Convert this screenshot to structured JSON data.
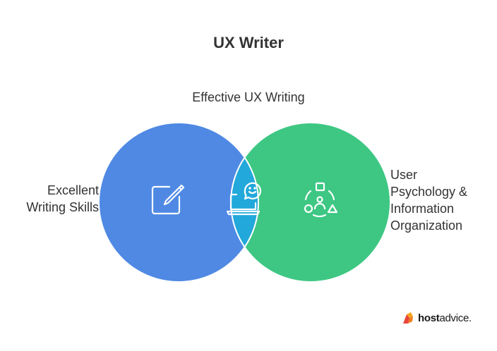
{
  "title": "UX Writer",
  "top_label": "Effective UX Writing",
  "left_label": [
    "Excellent",
    "Writing Skills"
  ],
  "right_label": [
    "User",
    "Psychology &",
    "Information",
    "Organization"
  ],
  "icons": {
    "left": "pencil-square-icon",
    "center": "laptop-chat-icon",
    "right": "shapes-person-icon"
  },
  "colors": {
    "left_circle": "#4f89e3",
    "right_circle": "#3dc783",
    "intersection": "#22a8da",
    "text": "#333333"
  },
  "brand": {
    "bold": "host",
    "regular": "advice."
  }
}
